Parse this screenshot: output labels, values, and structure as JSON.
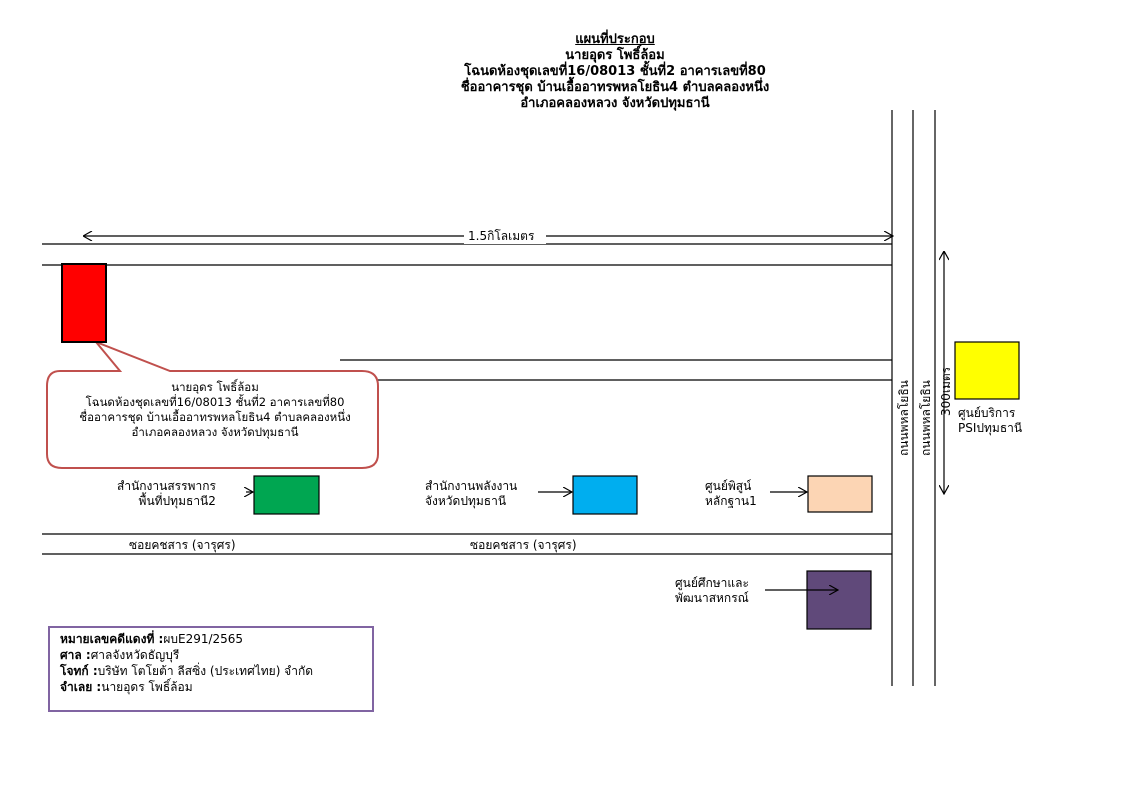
{
  "title": {
    "line0": "แผนที่ประกอบ",
    "line1": "นายอุดร โพธิ์ล้อม",
    "line2": "โฉนดห้องชุดเลขที่16/08013 ชั้นที่2 อาคารเลขที่80",
    "line3": "ชื่ออาคารชุด บ้านเอื้ออาทรพหลโยธิน4 ตำบลคลองหนึ่ง",
    "line4": "อำเภอคลองหลวง จังหวัดปทุมธานี"
  },
  "distance_horizontal": "1.5กิโลเมตร",
  "distance_vertical": "300เมตร",
  "callout": {
    "line1": "นายอุดร โพธิ์ล้อม",
    "line2": "โฉนดห้องชุดเลขที่16/08013 ชั้นที่2 อาคารเลขที่80",
    "line3": "ชื่ออาคารชุด บ้านเอื้ออาทรพหลโยธิน4 ตำบลคลองหนึ่ง",
    "line4": "อำเภอคลองหลวง จังหวัดปทุมธานี"
  },
  "roads": {
    "main_road_1": "ถนนพหลโยธิน",
    "main_road_2": "ถนนพหลโยธิน",
    "soi_1": "ซอยคชสาร (จารุศร)",
    "soi_2": "ซอยคชสาร (จารุศร)"
  },
  "landmarks": {
    "revenue": {
      "line1": "สำนักงานสรรพากร",
      "line2": "พื้นที่ปทุมธานี2",
      "color": "#00a651"
    },
    "energy": {
      "line1": "สำนักงานพลังงาน",
      "line2": "จังหวัดปทุมธานี",
      "color": "#00aeef"
    },
    "forensic": {
      "line1": "ศูนย์พิสูน์",
      "line2": "หลักฐาน1",
      "color": "#fcd5b4"
    },
    "education": {
      "line1": "ศูนย์ศึกษาและ",
      "line2": "พัฒนาสหกรณ์",
      "color": "#60497a"
    },
    "psi": {
      "line1": "ศูนย์บริการ",
      "line2": "PSIปทุมธานี",
      "color": "#ffff00"
    },
    "property": {
      "color": "#ff0000"
    }
  },
  "info": {
    "case_label": "หมายเลขคดีแดงที่ :",
    "case_value": "ผบE291/2565",
    "court_label": "ศาล :",
    "court_value": "ศาลจังหวัดธัญบุรี",
    "plaintiff_label": "โจทก์ :",
    "plaintiff_value": "บริษัท โตโยต้า ลีสซิ่ง (ประเทศไทย) จำกัด",
    "defendant_label": "จำเลย :",
    "defendant_value": "นายอุดร โพธิ์ล้อม",
    "border_color": "#8064a2"
  }
}
